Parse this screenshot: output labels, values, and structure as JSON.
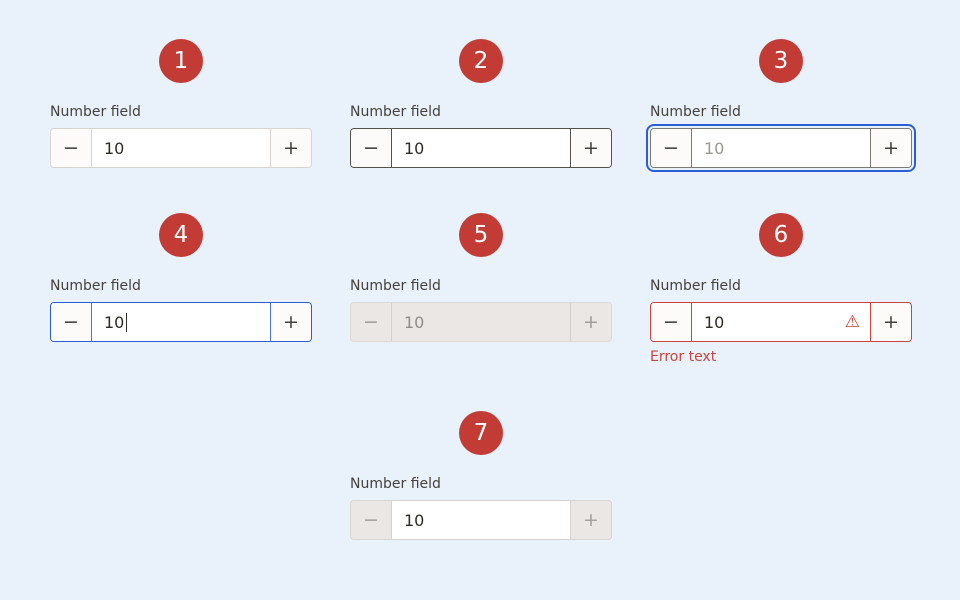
{
  "page": {
    "background_color": "#e9f1fa"
  },
  "colors": {
    "badge_red": "#c23b34",
    "accent_blue": "#2b5dd9",
    "error_red": "#cb433c",
    "border_default": "#d7d3cf",
    "border_hover": "#55514d",
    "disabled_bg": "#eae7e4",
    "label_text": "#45413c",
    "value_text": "#2d2a26"
  },
  "controls": {
    "minus_glyph": "−",
    "plus_glyph": "+",
    "warning_icon_glyph": "⚠"
  },
  "fields": [
    {
      "badge": "1",
      "label": "Number field",
      "value": "10",
      "state": "default"
    },
    {
      "badge": "2",
      "label": "Number field",
      "value": "10",
      "state": "hover"
    },
    {
      "badge": "3",
      "label": "Number field",
      "value": "10",
      "state": "focus",
      "value_is_placeholder": true
    },
    {
      "badge": "4",
      "label": "Number field",
      "value": "10",
      "state": "active",
      "cursor_visible": true
    },
    {
      "badge": "5",
      "label": "Number field",
      "value": "10",
      "state": "disabled"
    },
    {
      "badge": "6",
      "label": "Number field",
      "value": "10",
      "state": "error",
      "error_text": "Error text"
    },
    {
      "badge": "7",
      "label": "Number field",
      "value": "10",
      "state": "buttons-disabled"
    }
  ]
}
